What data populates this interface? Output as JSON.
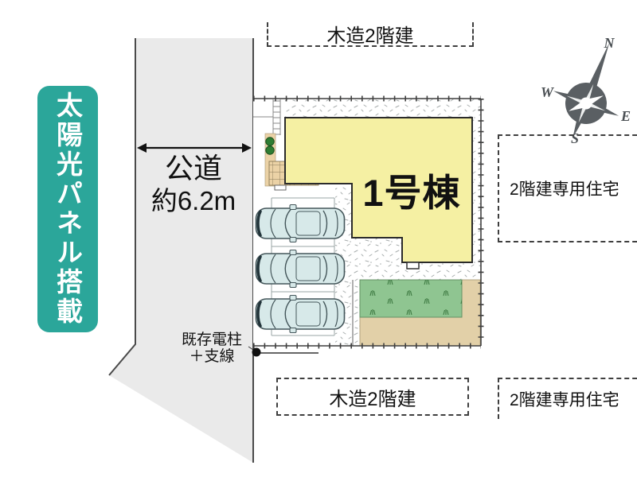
{
  "badge": {
    "label": "太陽光パネル搭載"
  },
  "road": {
    "name": "公道",
    "width_label": "約6.2m"
  },
  "building": {
    "label": "1号棟"
  },
  "neighbors": {
    "top": "木造2階建",
    "bottom": "木造2階建",
    "right_upper": "2階建専用住宅",
    "right_lower": "2階建専用住宅"
  },
  "pole": {
    "line1": "既存電柱",
    "line2": "＋支線"
  },
  "compass": {
    "n": "N",
    "w": "W",
    "e": "E",
    "s": "S"
  },
  "colors": {
    "badge_teal": "#2BA69A",
    "road_gray": "#EAEAEA",
    "building_yellow": "#F5F0A3",
    "grass_green": "#8FC591",
    "ground_tan": "#E2D0A8",
    "porch_tan": "#EBD2A6",
    "car_blue": "#D7E9E9"
  }
}
